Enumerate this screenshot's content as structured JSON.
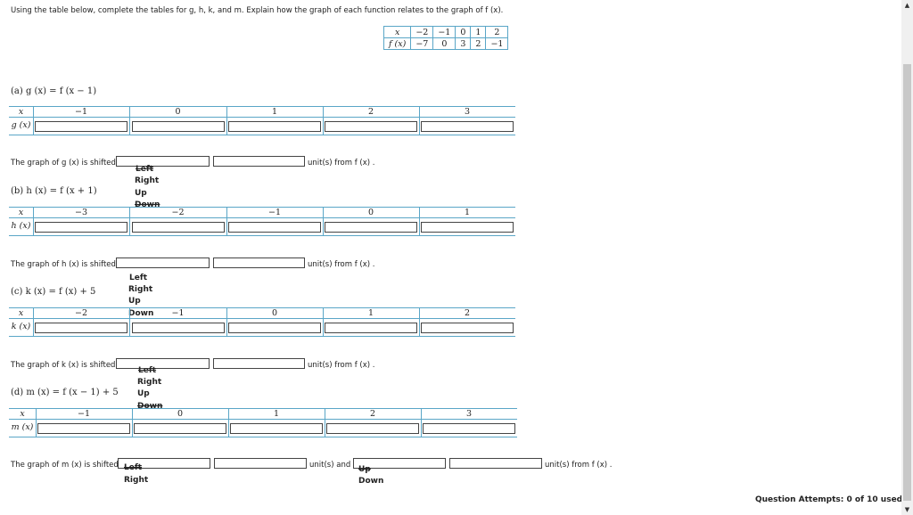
{
  "instructions": {
    "text": "Using the table below, complete the tables for g, h, k, and m. Explain how the graph of each function relates to the graph of f (x)."
  },
  "f_table": {
    "x_label": "x",
    "fx_label": "f (x)",
    "x_values": [
      "−2",
      "−1",
      "0",
      "1",
      "2"
    ],
    "fx_values": [
      "−7",
      "0",
      "3",
      "2",
      "−1"
    ]
  },
  "parts": [
    {
      "label": "(a) g (x) = f (x − 1)",
      "row_x": "x",
      "row_f": "g (x)",
      "x_values": [
        "−1",
        "0",
        "1",
        "2",
        "3"
      ],
      "shift_prefix": "The graph of g (x) is shifted",
      "shift_suffix": "unit(s) from f (x) .",
      "options": [
        "Left",
        "Right",
        "Up",
        "Down"
      ]
    },
    {
      "label": "(b) h (x) = f (x + 1)",
      "row_x": "x",
      "row_f": "h (x)",
      "x_values": [
        "−3",
        "−2",
        "−1",
        "0",
        "1"
      ],
      "shift_prefix": "The graph of h (x) is shifted",
      "shift_suffix": "unit(s) from f (x) .",
      "options": [
        "Left",
        "Right",
        "Up",
        "Down"
      ]
    },
    {
      "label": "(c) k (x) = f (x) + 5",
      "row_x": "x",
      "row_f": "k (x)",
      "x_values": [
        "−2",
        "−1",
        "0",
        "1",
        "2"
      ],
      "shift_prefix": "The graph of k (x) is shifted",
      "shift_suffix": "unit(s) from f (x) .",
      "options": [
        "Left",
        "Right",
        "Up",
        "Down"
      ]
    },
    {
      "label": "(d) m (x) = f (x − 1) + 5",
      "row_x": "x",
      "row_f": "m (x)",
      "x_values": [
        "−1",
        "0",
        "1",
        "2",
        "3"
      ],
      "shift_prefix": "The graph of m (x) is shifted",
      "shift_mid": "unit(s) and",
      "shift_suffix": "unit(s) from f (x) .",
      "options_h": [
        "Left",
        "Right"
      ],
      "options_v": [
        "Up",
        "Down"
      ]
    }
  ],
  "footer": {
    "attempts": "Question Attempts: 0 of 10 used"
  },
  "scrollbar": {
    "up": "▲",
    "down": "▼"
  }
}
